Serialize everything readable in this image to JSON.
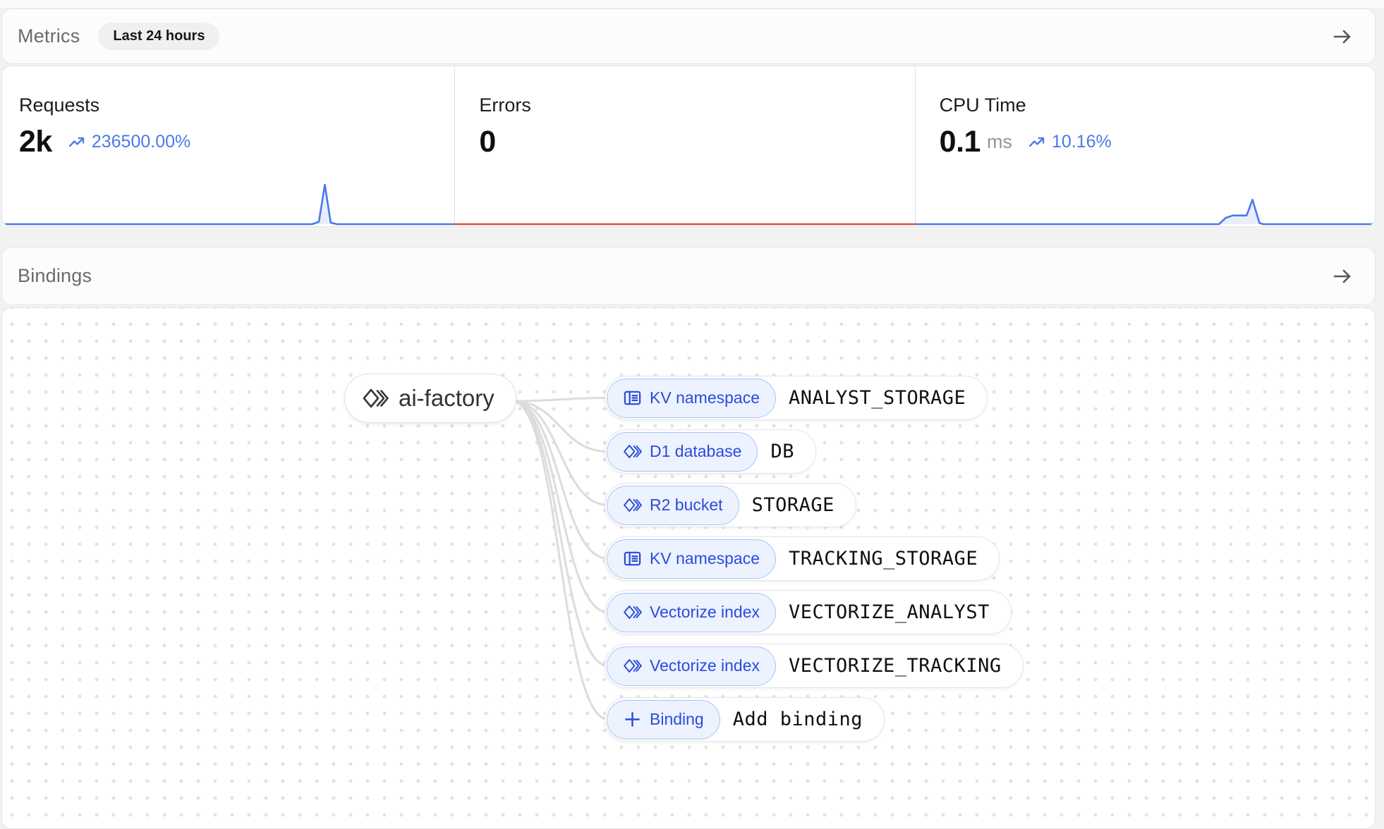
{
  "metrics_section": {
    "title": "Metrics",
    "time_range": "Last 24 hours",
    "cards": [
      {
        "label": "Requests",
        "value": "2k",
        "trend": "236500.00%"
      },
      {
        "label": "Errors",
        "value": "0"
      },
      {
        "label": "CPU Time",
        "value": "0.1",
        "unit": "ms",
        "trend": "10.16%"
      }
    ]
  },
  "bindings_section": {
    "title": "Bindings",
    "worker": {
      "name": "ai-factory"
    },
    "bindings": [
      {
        "type": "KV namespace",
        "name": "ANALYST_STORAGE",
        "icon": "kv-list-icon"
      },
      {
        "type": "D1 database",
        "name": "DB",
        "icon": "workers-diamond-icon"
      },
      {
        "type": "R2 bucket",
        "name": "STORAGE",
        "icon": "workers-diamond-icon"
      },
      {
        "type": "KV namespace",
        "name": "TRACKING_STORAGE",
        "icon": "kv-list-icon"
      },
      {
        "type": "Vectorize index",
        "name": "VECTORIZE_ANALYST",
        "icon": "workers-diamond-icon"
      },
      {
        "type": "Vectorize index",
        "name": "VECTORIZE_TRACKING",
        "icon": "workers-diamond-icon"
      },
      {
        "type": "Binding",
        "name": "Add binding",
        "icon": "plus-icon"
      }
    ]
  },
  "chart_data": [
    {
      "type": "area",
      "title": "Requests sparkline (last 24 hours)",
      "ylim": [
        0,
        1
      ],
      "points": [
        [
          0,
          0
        ],
        [
          68.5,
          0
        ],
        [
          70,
          0.06
        ],
        [
          71.3,
          1
        ],
        [
          72.6,
          0.04
        ],
        [
          74,
          0
        ],
        [
          100,
          0
        ]
      ],
      "color": "#4b79e8",
      "fill": "rgba(75,121,232,0.13)",
      "note": "flat near zero with one spike; headline total 2k"
    },
    {
      "type": "line",
      "title": "Errors sparkline (last 24 hours)",
      "ylim": [
        0,
        1
      ],
      "points": [
        [
          0,
          0
        ],
        [
          100,
          0
        ]
      ],
      "color": "#e0503a",
      "fill": null,
      "note": "flat at zero; headline total 0"
    },
    {
      "type": "area",
      "title": "CPU Time sparkline (last 24 hours)",
      "ylim": [
        0,
        1
      ],
      "points": [
        [
          0,
          0
        ],
        [
          66,
          0
        ],
        [
          67.5,
          0.16
        ],
        [
          69,
          0.22
        ],
        [
          72,
          0.22
        ],
        [
          73.3,
          0.62
        ],
        [
          74.8,
          0.03
        ],
        [
          75.6,
          0
        ],
        [
          100,
          0
        ]
      ],
      "color": "#4b79e8",
      "fill": "rgba(75,121,232,0.13)",
      "note": "flat with small plateau and spike near right edge; headline 0.1 ms"
    }
  ],
  "colors": {
    "accent_blue": "#4b79e8",
    "binding_blue": "#2b4bdb",
    "chip_background": "#ecf2fe",
    "chip_border": "#a9c4f7",
    "error_red": "#e0503a",
    "edge_gray": "#dcdcdc"
  }
}
